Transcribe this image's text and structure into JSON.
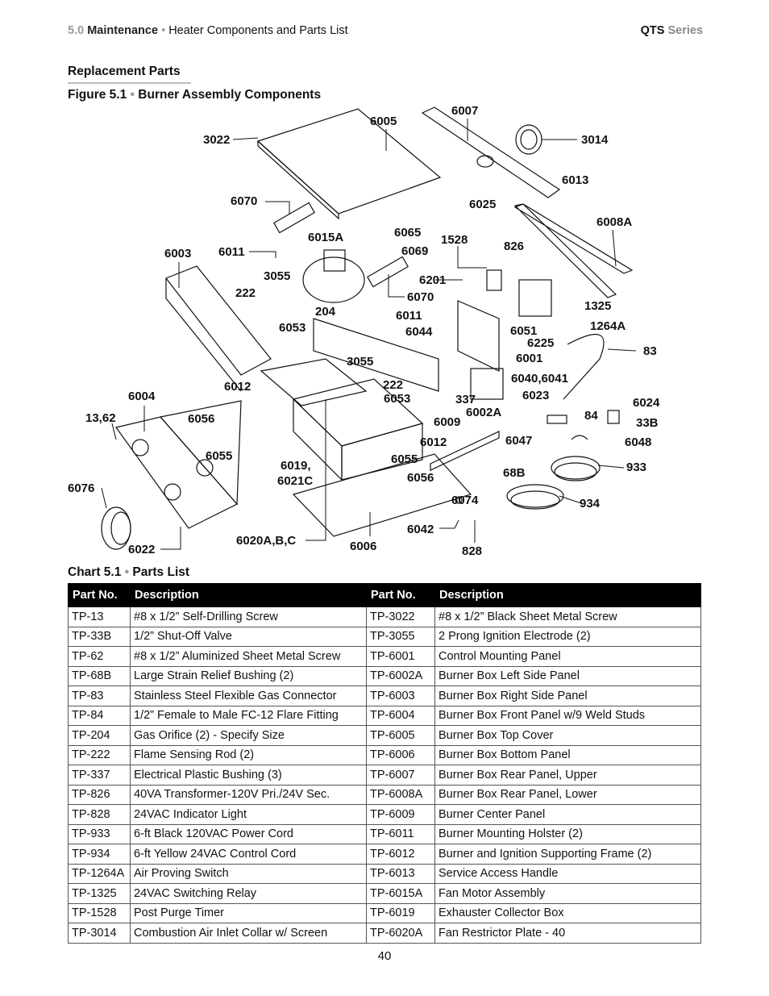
{
  "header": {
    "section_number": "5.0",
    "section_name": "Maintenance",
    "separator": "•",
    "topic": "Heater Components and Parts List",
    "brand": "QTS",
    "series": "Series"
  },
  "section_title": "Replacement Parts",
  "figure": {
    "number": "Figure 5.1",
    "separator": "•",
    "title": "Burner Assembly Components",
    "callouts": [
      "3022",
      "6005",
      "6007",
      "3014",
      "6013",
      "6008A",
      "6070",
      "6025",
      "6065",
      "6015A",
      "6069",
      "6003",
      "6011",
      "1528",
      "826",
      "3055",
      "222",
      "6201",
      "6070",
      "204",
      "6011",
      "6053",
      "6044",
      "1325",
      "1264A",
      "6051",
      "6225",
      "83",
      "3055",
      "6001",
      "6040,6041",
      "222",
      "6053",
      "337",
      "6023",
      "6012",
      "6004",
      "6009",
      "6002A",
      "6024",
      "84",
      "33B",
      "13,62",
      "6056",
      "6012",
      "6047",
      "6048",
      "6055",
      "6055",
      "6019,",
      "6021C",
      "68B",
      "933",
      "6076",
      "6056",
      "6074",
      "934",
      "6042",
      "6020A,B,C",
      "6006",
      "6022",
      "828"
    ]
  },
  "chart": {
    "number": "Chart 5.1",
    "separator": "•",
    "title": "Parts List",
    "columns": [
      "Part No.",
      "Description",
      "Part No.",
      "Description"
    ],
    "rows": [
      [
        "TP-13",
        "#8 x 1/2” Self-Drilling Screw",
        "TP-3022",
        "#8 x 1/2” Black Sheet Metal Screw"
      ],
      [
        "TP-33B",
        "1/2” Shut-Off Valve",
        "TP-3055",
        "2 Prong Ignition Electrode (2)"
      ],
      [
        "TP-62",
        "#8 x 1/2” Aluminized Sheet Metal Screw",
        "TP-6001",
        "Control Mounting Panel"
      ],
      [
        "TP-68B",
        "Large Strain Relief Bushing (2)",
        "TP-6002A",
        "Burner Box Left Side Panel"
      ],
      [
        "TP-83",
        "Stainless Steel Flexible Gas Connector",
        "TP-6003",
        "Burner Box Right Side Panel"
      ],
      [
        "TP-84",
        "1/2” Female to Male FC-12 Flare Fitting",
        "TP-6004",
        "Burner Box Front Panel w/9 Weld Studs"
      ],
      [
        "TP-204",
        "Gas Orifice (2) - Specify Size",
        "TP-6005",
        "Burner Box Top Cover"
      ],
      [
        "TP-222",
        "Flame Sensing Rod (2)",
        "TP-6006",
        "Burner Box Bottom Panel"
      ],
      [
        "TP-337",
        "Electrical Plastic Bushing (3)",
        "TP-6007",
        "Burner Box Rear Panel, Upper"
      ],
      [
        "TP-826",
        "40VA Transformer-120V Pri./24V Sec.",
        "TP-6008A",
        "Burner Box Rear Panel, Lower"
      ],
      [
        "TP-828",
        "24VAC Indicator Light",
        "TP-6009",
        "Burner Center Panel"
      ],
      [
        "TP-933",
        "6-ft Black 120VAC Power Cord",
        "TP-6011",
        "Burner Mounting Holster (2)"
      ],
      [
        "TP-934",
        "6-ft Yellow 24VAC Control Cord",
        "TP-6012",
        "Burner and Ignition Supporting Frame (2)"
      ],
      [
        "TP-1264A",
        "Air Proving Switch",
        "TP-6013",
        "Service Access Handle"
      ],
      [
        "TP-1325",
        "24VAC Switching Relay",
        "TP-6015A",
        "Fan Motor Assembly"
      ],
      [
        "TP-1528",
        "Post Purge Timer",
        "TP-6019",
        "Exhauster Collector Box"
      ],
      [
        "TP-3014",
        "Combustion Air Inlet Collar w/ Screen",
        "TP-6020A",
        "Fan Restrictor Plate - 40"
      ]
    ]
  },
  "page_number": "40"
}
